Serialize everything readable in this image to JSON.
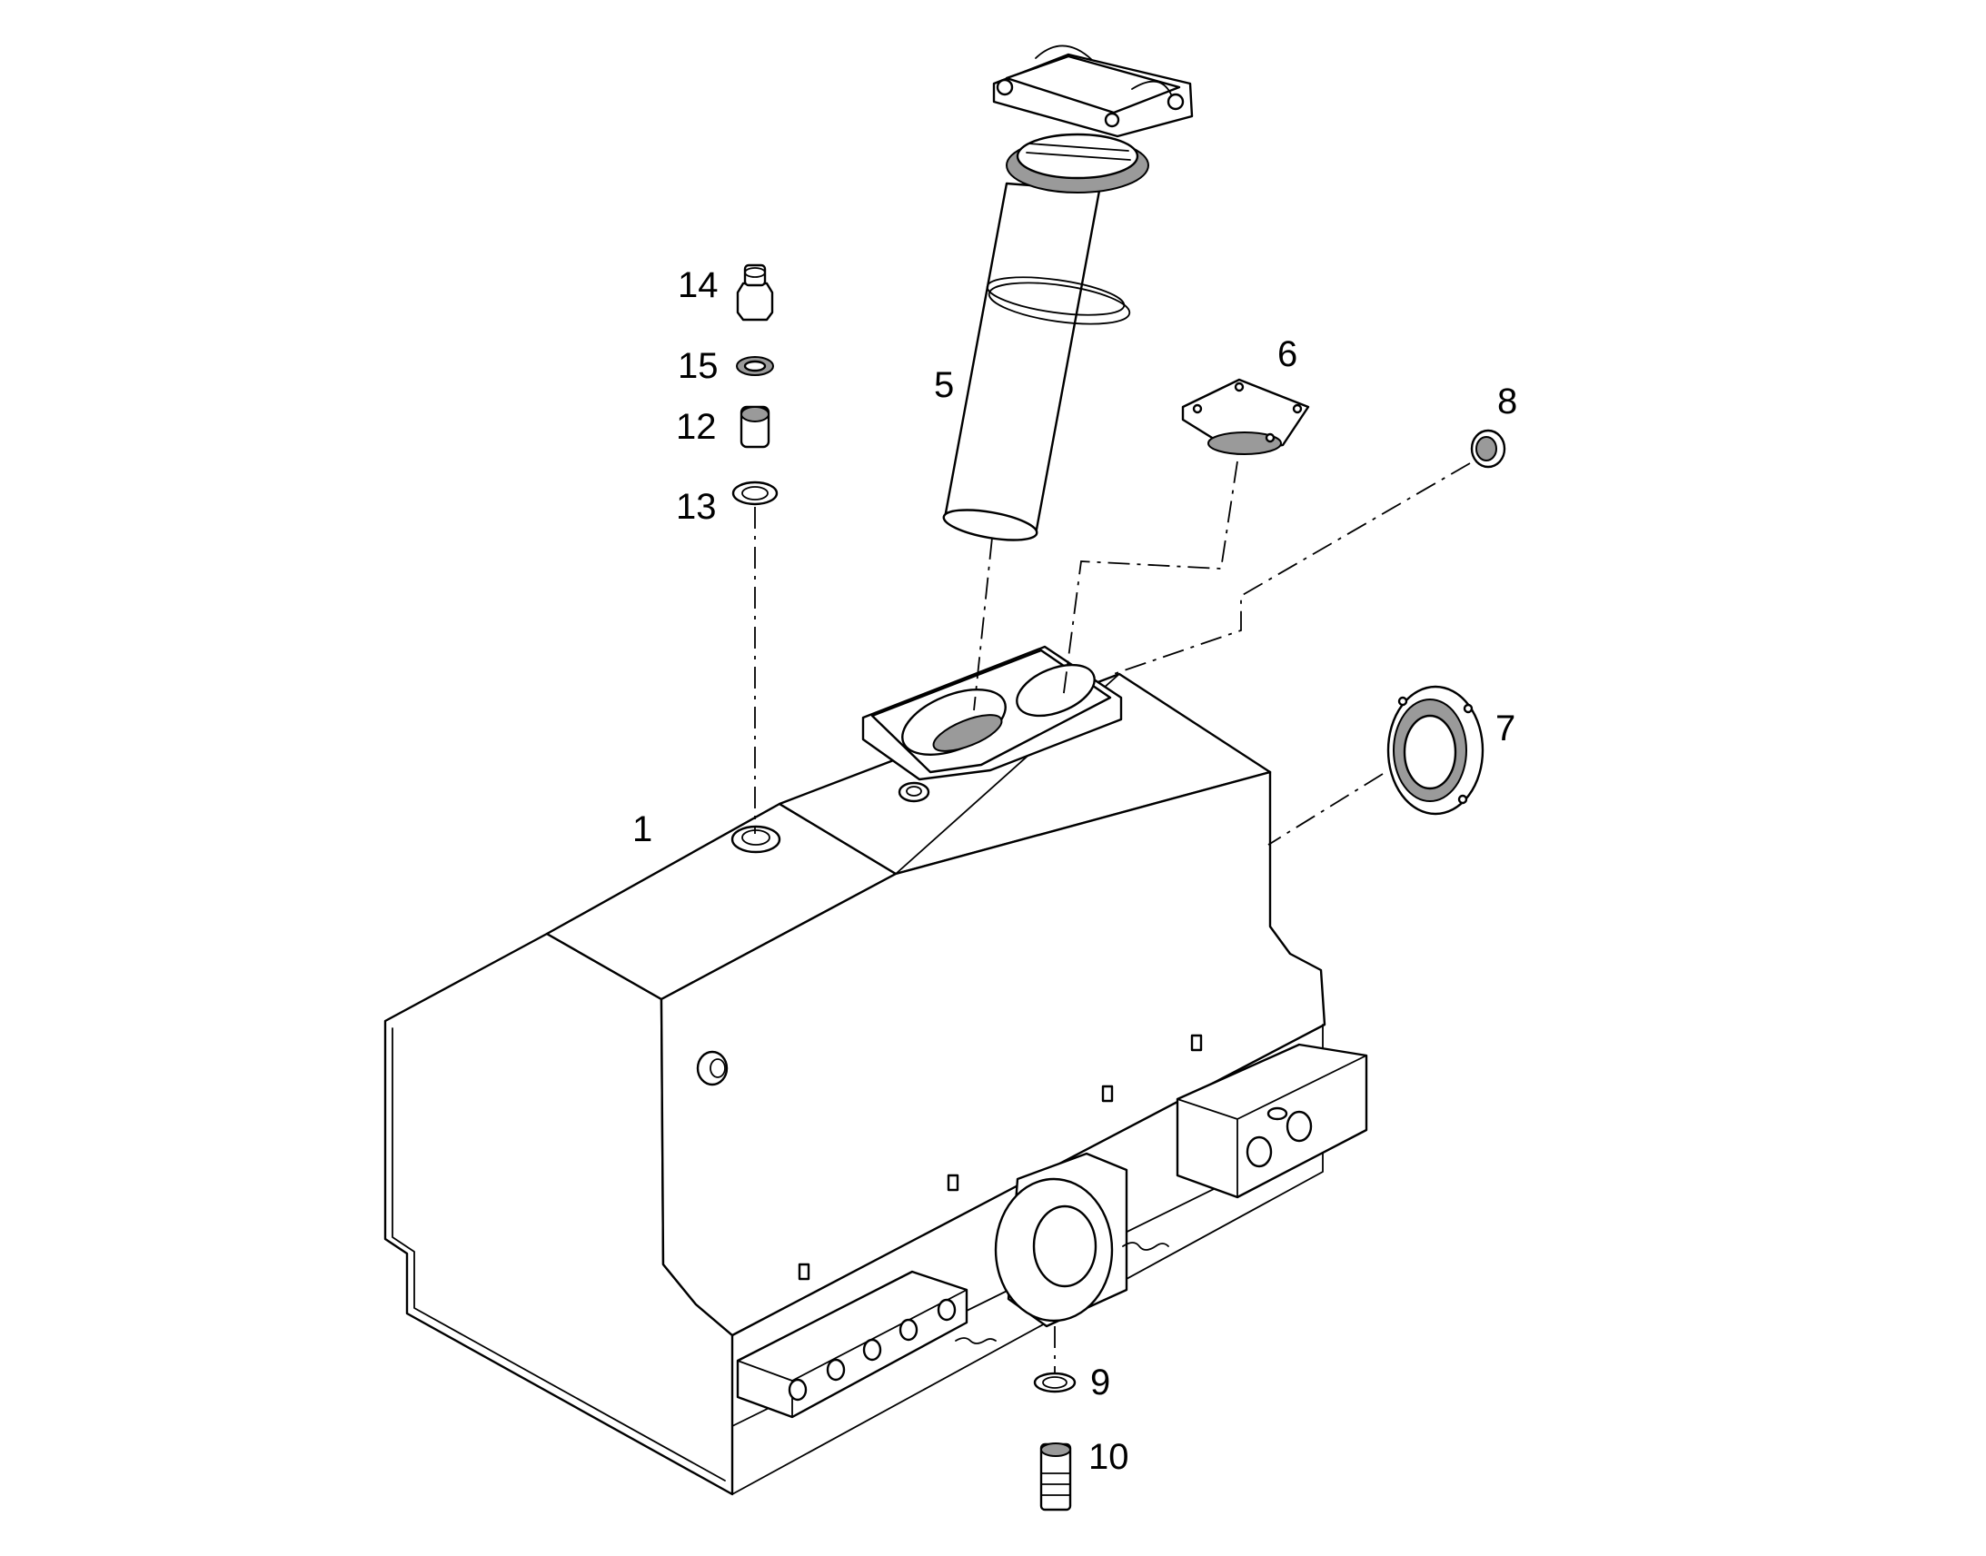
{
  "colors": {
    "line": "#000000",
    "background": "#ffffff"
  },
  "parts": [
    {
      "id": "tank",
      "label": "1",
      "name": "hydraulic-tank"
    },
    {
      "id": "filter",
      "label": "5",
      "name": "return-filter"
    },
    {
      "id": "cover",
      "label": "6",
      "name": "cover-plate"
    },
    {
      "id": "sight_glass",
      "label": "7",
      "name": "sight-glass"
    },
    {
      "id": "plug",
      "label": "8",
      "name": "plug"
    },
    {
      "id": "drain_seal",
      "label": "9",
      "name": "drain-seal-ring"
    },
    {
      "id": "drain_plug",
      "label": "10",
      "name": "drain-plug"
    },
    {
      "id": "adapter",
      "label": "12",
      "name": "adapter"
    },
    {
      "id": "seal_lower",
      "label": "13",
      "name": "seal-ring-lower"
    },
    {
      "id": "breather",
      "label": "14",
      "name": "breather"
    },
    {
      "id": "seal_upper",
      "label": "15",
      "name": "seal-ring-upper"
    }
  ]
}
